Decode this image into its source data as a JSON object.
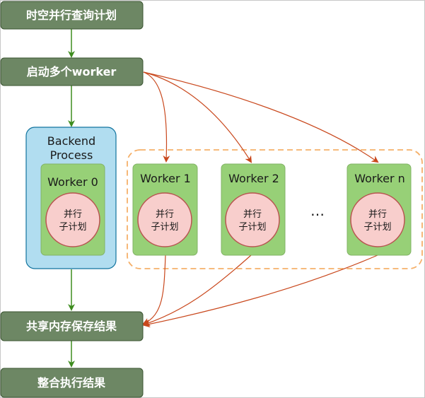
{
  "nodes": {
    "top": "时空并行查询计划",
    "launch": "启动多个worker",
    "backend": [
      "Backend",
      "Process"
    ],
    "workers": [
      "Worker 0",
      "Worker 1",
      "Worker 2",
      "Worker n"
    ],
    "subplan": [
      "并行",
      "子计划"
    ],
    "ellipsis": "…",
    "shared": "共享内存保存结果",
    "merge": "整合执行结果"
  },
  "colors": {
    "stage_fill": "#6d8764",
    "backend_fill": "#b1ddf0",
    "worker_fill": "#97d077",
    "subplan_fill": "#f8cecc",
    "group_border": "#f5b06a",
    "flow_arrow": "#3d8c1e",
    "dispatch_arrow": "#c9481d"
  }
}
